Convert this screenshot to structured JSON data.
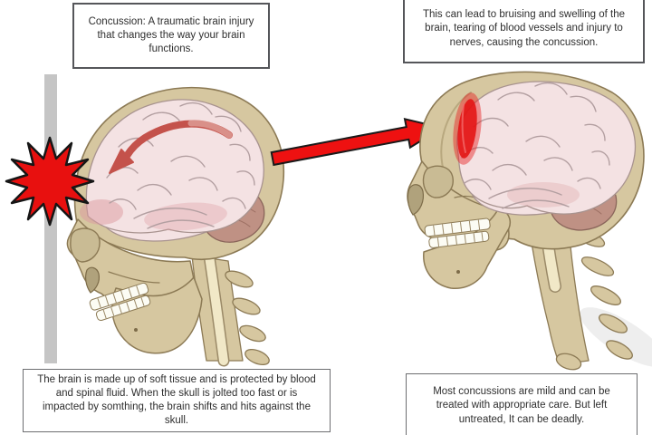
{
  "figure": {
    "subject": "Concussion mechanism diagram",
    "panels": [
      "head striking wall with brain shifting forward",
      "head with bruised frontal brain region"
    ]
  },
  "boxes": {
    "top_left": {
      "text": "Concussion: A traumatic brain injury that changes the way your brain functions."
    },
    "top_right": {
      "text": "This can lead to bruising and swelling of the brain, tearing of blood vessels and injury to nerves, causing the concussion."
    },
    "bottom_left": {
      "text": "The brain is made up of soft tissue and is protected by blood and spinal fluid. When the skull  is jolted too fast or is impacted by somthing, the brain shifts and hits against the skull."
    },
    "bottom_right": {
      "text": "Most concussions are mild and can be treated with appropriate care. But left untreated, It can be deadly."
    }
  },
  "icons": {
    "impact_starburst": "red star burst at point of impact",
    "wall_bar": "gray vertical bar (wall/post)",
    "brain_motion_arrow": "curved red arrow showing brain shifting forward",
    "transfer_arrow": "straight red arrow pointing to injured area",
    "bruise_patch": "red bruised area on frontal lobe"
  },
  "colors": {
    "impact_red": "#e8100f",
    "arrow_red": "#ee1111",
    "curved_arrow_red": "#c4524b",
    "bruise_red": "#e31515",
    "skull_tan": "#d6c7a0",
    "skull_outline": "#8c7a55",
    "brain_pink": "#f4e2e3",
    "gyri_line": "#b39fa1",
    "brain_shade_pink": "#dc9aa0",
    "cerebellum_mauve": "#bf9184",
    "spinal_cord_cream": "#f1e8c7",
    "wall_gray": "#c5c5c5",
    "box_border": "#55565a",
    "text": "#2e2e2e",
    "background": "#ffffff"
  }
}
